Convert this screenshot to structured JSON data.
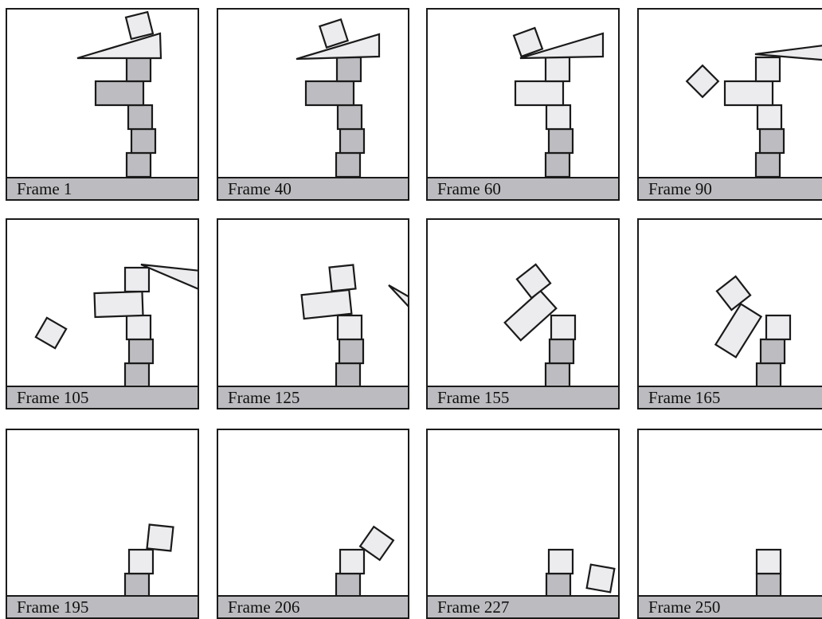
{
  "frames": [
    {
      "label": "Frame 1"
    },
    {
      "label": "Frame 40"
    },
    {
      "label": "Frame 60"
    },
    {
      "label": "Frame 90"
    },
    {
      "label": "Frame 105"
    },
    {
      "label": "Frame 125"
    },
    {
      "label": "Frame 155"
    },
    {
      "label": "Frame 165"
    },
    {
      "label": "Frame 195"
    },
    {
      "label": "Frame 206"
    },
    {
      "label": "Frame 227"
    },
    {
      "label": "Frame 250"
    }
  ],
  "colors": {
    "outline": "#1a1a1a",
    "block_light": "#ececef",
    "block_dark": "#bdbdc1",
    "ground": "#bcbcc0",
    "background": "#ffffff"
  }
}
